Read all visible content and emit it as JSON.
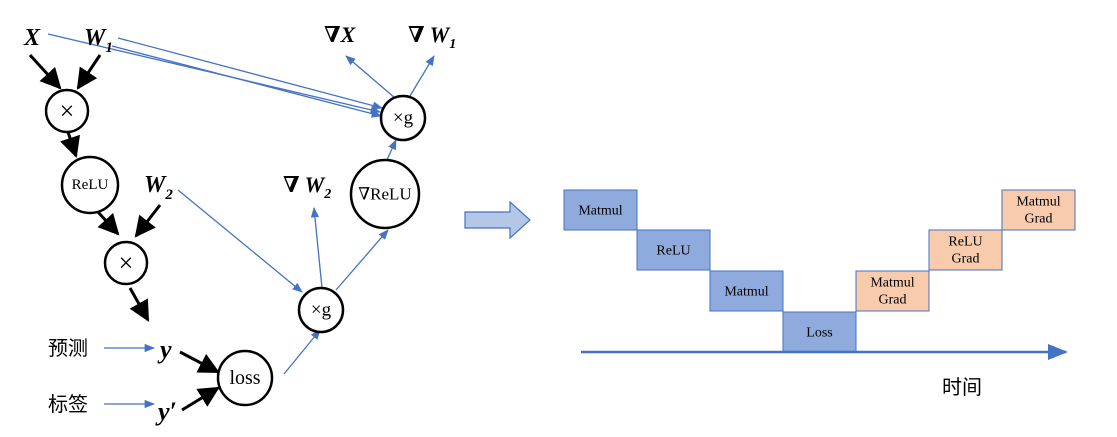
{
  "graph": {
    "variables": {
      "x": "X",
      "w1": "W",
      "w1_sub": "1",
      "w2": "W",
      "w2_sub": "2",
      "y": "y",
      "y_true": "y′",
      "grad_x": "∇X",
      "grad_w1": "∇ W",
      "grad_w1_sub": "1",
      "grad_w2": "∇ W",
      "grad_w2_sub": "2"
    },
    "nodes": {
      "mul1": "×",
      "relu": "ReLU",
      "mul2": "×",
      "loss": "loss",
      "mulg_upper": "×g",
      "relu_grad": "∇ReLU",
      "mulg_lower": "×g"
    },
    "labels": {
      "prediction": "预测",
      "label": "标签"
    },
    "colors": {
      "forward_edge": "#000000",
      "backward_edge": "#4472c4"
    }
  },
  "timeline": {
    "axis_label": "时间",
    "colors": {
      "forward_block": "#8faadc",
      "backward_block": "#f8cbad",
      "axis": "#4472c4",
      "arrow_fill": "#b4c7e7"
    },
    "blocks": [
      {
        "line1": "Matmul",
        "line2": "",
        "phase": "forward"
      },
      {
        "line1": "ReLU",
        "line2": "",
        "phase": "forward"
      },
      {
        "line1": "Matmul",
        "line2": "",
        "phase": "forward"
      },
      {
        "line1": "Loss",
        "line2": "",
        "phase": "forward"
      },
      {
        "line1": "Matmul",
        "line2": "Grad",
        "phase": "backward"
      },
      {
        "line1": "ReLU",
        "line2": "Grad",
        "phase": "backward"
      },
      {
        "line1": "Matmul",
        "line2": "Grad",
        "phase": "backward"
      }
    ]
  }
}
